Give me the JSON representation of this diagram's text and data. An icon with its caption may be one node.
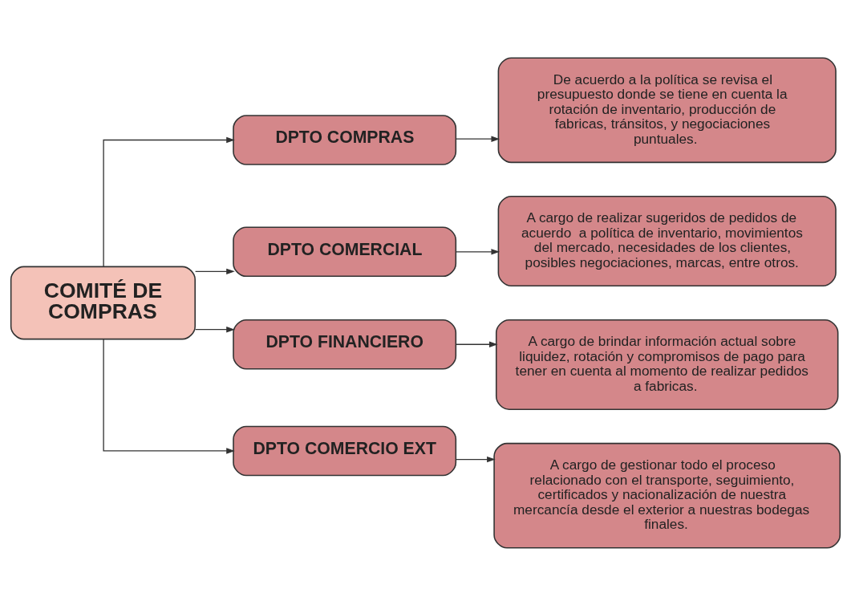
{
  "diagram": {
    "nodes": [
      {
        "text": [
          "COMITÉ DE COMPRAS"
        ]
      },
      {
        "text": [
          "DPTO COMPRAS"
        ]
      },
      {
        "text": [
          "De acuerdo a la política se revisa el presupuesto donde se tiene en cuenta la rotación de inventario, producción de fabricas, tránsitos, y negociaciones puntuales."
        ]
      },
      {
        "text": [
          "DPTO COMERCIAL"
        ]
      },
      {
        "text": [
          "A cargo de realizar sugeridos de pedidos de acuerdo  a política de inventario, movimientos del mercado, necesidades de los clientes, posibles negociaciones, marcas, entre otros."
        ]
      },
      {
        "text": [
          "DPTO FINANCIERO"
        ]
      },
      {
        "text": [
          "A cargo de brindar información actual sobre liquidez, rotación y compromisos de pago para tener en cuenta al momento de realizar pedidos a fabricas."
        ]
      },
      {
        "text": [
          "DPTO COMERCIO EXT"
        ]
      },
      {
        "text": [
          "A cargo de gestionar todo el proceso relacionado con el transporte, seguimiento, certificados y nacionalización de nuestra mercancía desde el exterior a nuestras bodegas finales."
        ]
      }
    ],
    "edges": [
      {
        "from": 0,
        "to": 1,
        "arrow": "to"
      },
      {
        "from": 0,
        "to": 3,
        "arrow": "to"
      },
      {
        "from": 0,
        "to": 5,
        "arrow": "to"
      },
      {
        "from": 0,
        "to": 7,
        "arrow": "to"
      },
      {
        "from": 1,
        "to": 2,
        "arrow": "to"
      },
      {
        "from": 3,
        "to": 4,
        "arrow": "to"
      },
      {
        "from": 5,
        "to": 6,
        "arrow": "to"
      },
      {
        "from": 7,
        "to": 8,
        "arrow": "to"
      }
    ]
  }
}
